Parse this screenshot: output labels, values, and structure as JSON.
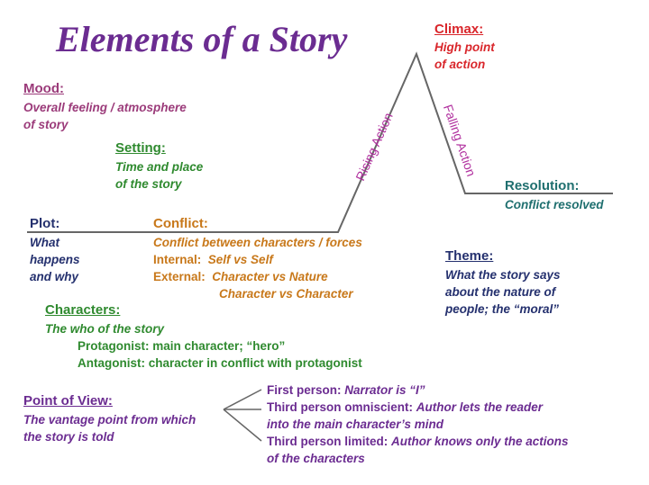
{
  "title": "Elements of a Story",
  "colors": {
    "purple": "#6b2c91",
    "red": "#d9262b",
    "mood": "#9b3b7a",
    "green": "#2f8a2f",
    "orange": "#c8781a",
    "teal": "#1f6f6f",
    "navy": "#24306e",
    "magenta": "#b02f9e",
    "line": "#666666"
  },
  "mood": {
    "heading": "Mood:",
    "lines": [
      "Overall feeling / atmosphere",
      "of story"
    ]
  },
  "setting": {
    "heading": "Setting:",
    "lines": [
      "Time and place",
      "of the story"
    ]
  },
  "plot": {
    "heading": "Plot:",
    "lines": [
      "What",
      "happens",
      "and why"
    ]
  },
  "conflict": {
    "heading": "Conflict:",
    "line1": "Conflict between characters / forces",
    "internal_label": "Internal:",
    "internal_value": "Self vs Self",
    "external_label": "External:",
    "external_value1": "Character vs Nature",
    "external_value2": "Character vs Character"
  },
  "climax": {
    "heading": "Climax:",
    "lines": [
      "High point",
      "of action"
    ]
  },
  "rising_action": "Rising Action",
  "falling_action": "Falling Action",
  "resolution": {
    "heading": "Resolution:",
    "line": "Conflict resolved"
  },
  "theme": {
    "heading": "Theme:",
    "lines": [
      "What the story says",
      "about the nature of",
      "people; the “moral”"
    ]
  },
  "characters": {
    "heading": "Characters:",
    "line1": "The who of the story",
    "protagonist": "Protagonist:  main character; “hero”",
    "antagonist": "Antagonist:  character in conflict with protagonist"
  },
  "point_of_view": {
    "heading": "Point of View:",
    "lines": [
      "The vantage point from which",
      "the story is told"
    ],
    "first_label": "First person: ",
    "first_value": "Narrator is “I”",
    "omni_label": "Third person omniscient:  ",
    "omni_value1": "Author lets the reader",
    "omni_value2": "into the main character’s mind",
    "limited_label": "Third person limited: ",
    "limited_value1": "Author knows only the actions",
    "limited_value2": "of the characters"
  }
}
